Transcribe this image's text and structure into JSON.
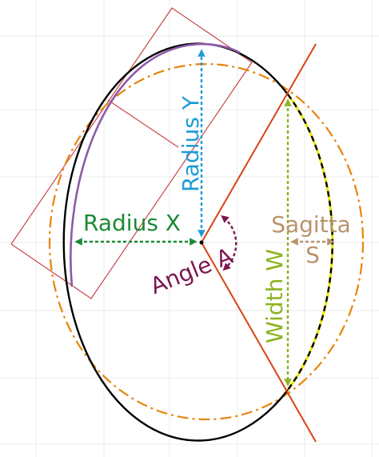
{
  "labels": {
    "radius_y": "Radius Y",
    "radius_x": "Radius X",
    "angle": "Angle A",
    "sagitta": "Sagitta",
    "s": "S",
    "width": "Width W"
  },
  "colors": {
    "grid": "#ebebeb",
    "ellipse": "#000000",
    "circle": "#e8850c",
    "arc": "#8e5aa8",
    "rect": "#c8474d",
    "angle_lines": "#d84315",
    "radius_y": "#1e9bd7",
    "radius_x": "#1a8a34",
    "angle_label": "#7b1650",
    "sagitta": "#b8936b",
    "width": "#8cb31e",
    "chord_yellow": "#e8e500"
  }
}
